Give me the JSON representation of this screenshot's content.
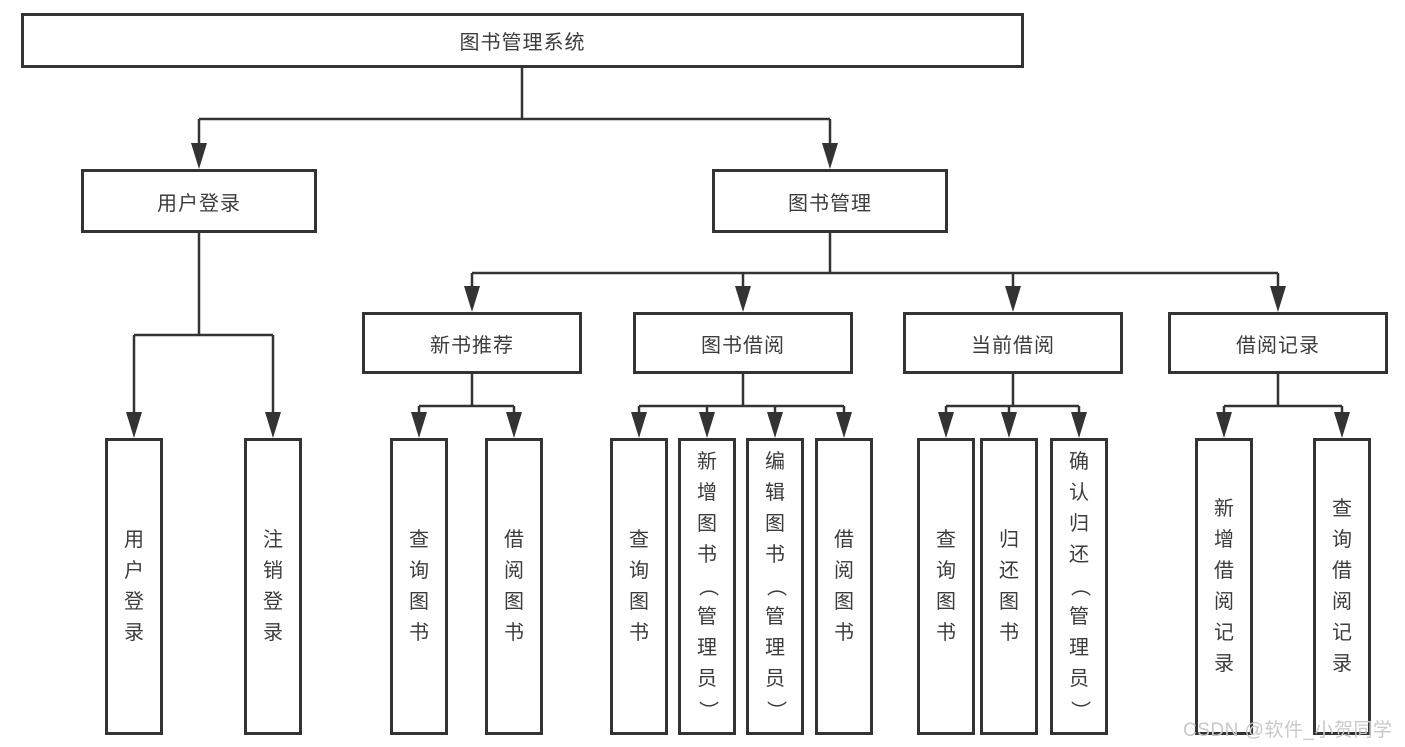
{
  "diagram": {
    "tree": {
      "root": {
        "label": "图书管理系统"
      },
      "children": [
        {
          "label": "用户登录",
          "children": [
            {
              "label": "用户登录"
            },
            {
              "label": "注销登录"
            }
          ]
        },
        {
          "label": "图书管理",
          "children": [
            {
              "label": "新书推荐",
              "children": [
                {
                  "label": "查询图书"
                },
                {
                  "label": "借阅图书"
                }
              ]
            },
            {
              "label": "图书借阅",
              "children": [
                {
                  "label": "查询图书"
                },
                {
                  "label": "新增图书（管理员）"
                },
                {
                  "label": "编辑图书（管理员）"
                },
                {
                  "label": "借阅图书"
                }
              ]
            },
            {
              "label": "当前借阅",
              "children": [
                {
                  "label": "查询图书"
                },
                {
                  "label": "归还图书"
                },
                {
                  "label": "确认归还（管理员）"
                }
              ]
            },
            {
              "label": "借阅记录",
              "children": [
                {
                  "label": "新增借阅记录"
                },
                {
                  "label": "查询借阅记录"
                }
              ]
            }
          ]
        }
      ]
    },
    "line_color": "#333333",
    "watermark": "CSDN @软件_小贺同学"
  }
}
